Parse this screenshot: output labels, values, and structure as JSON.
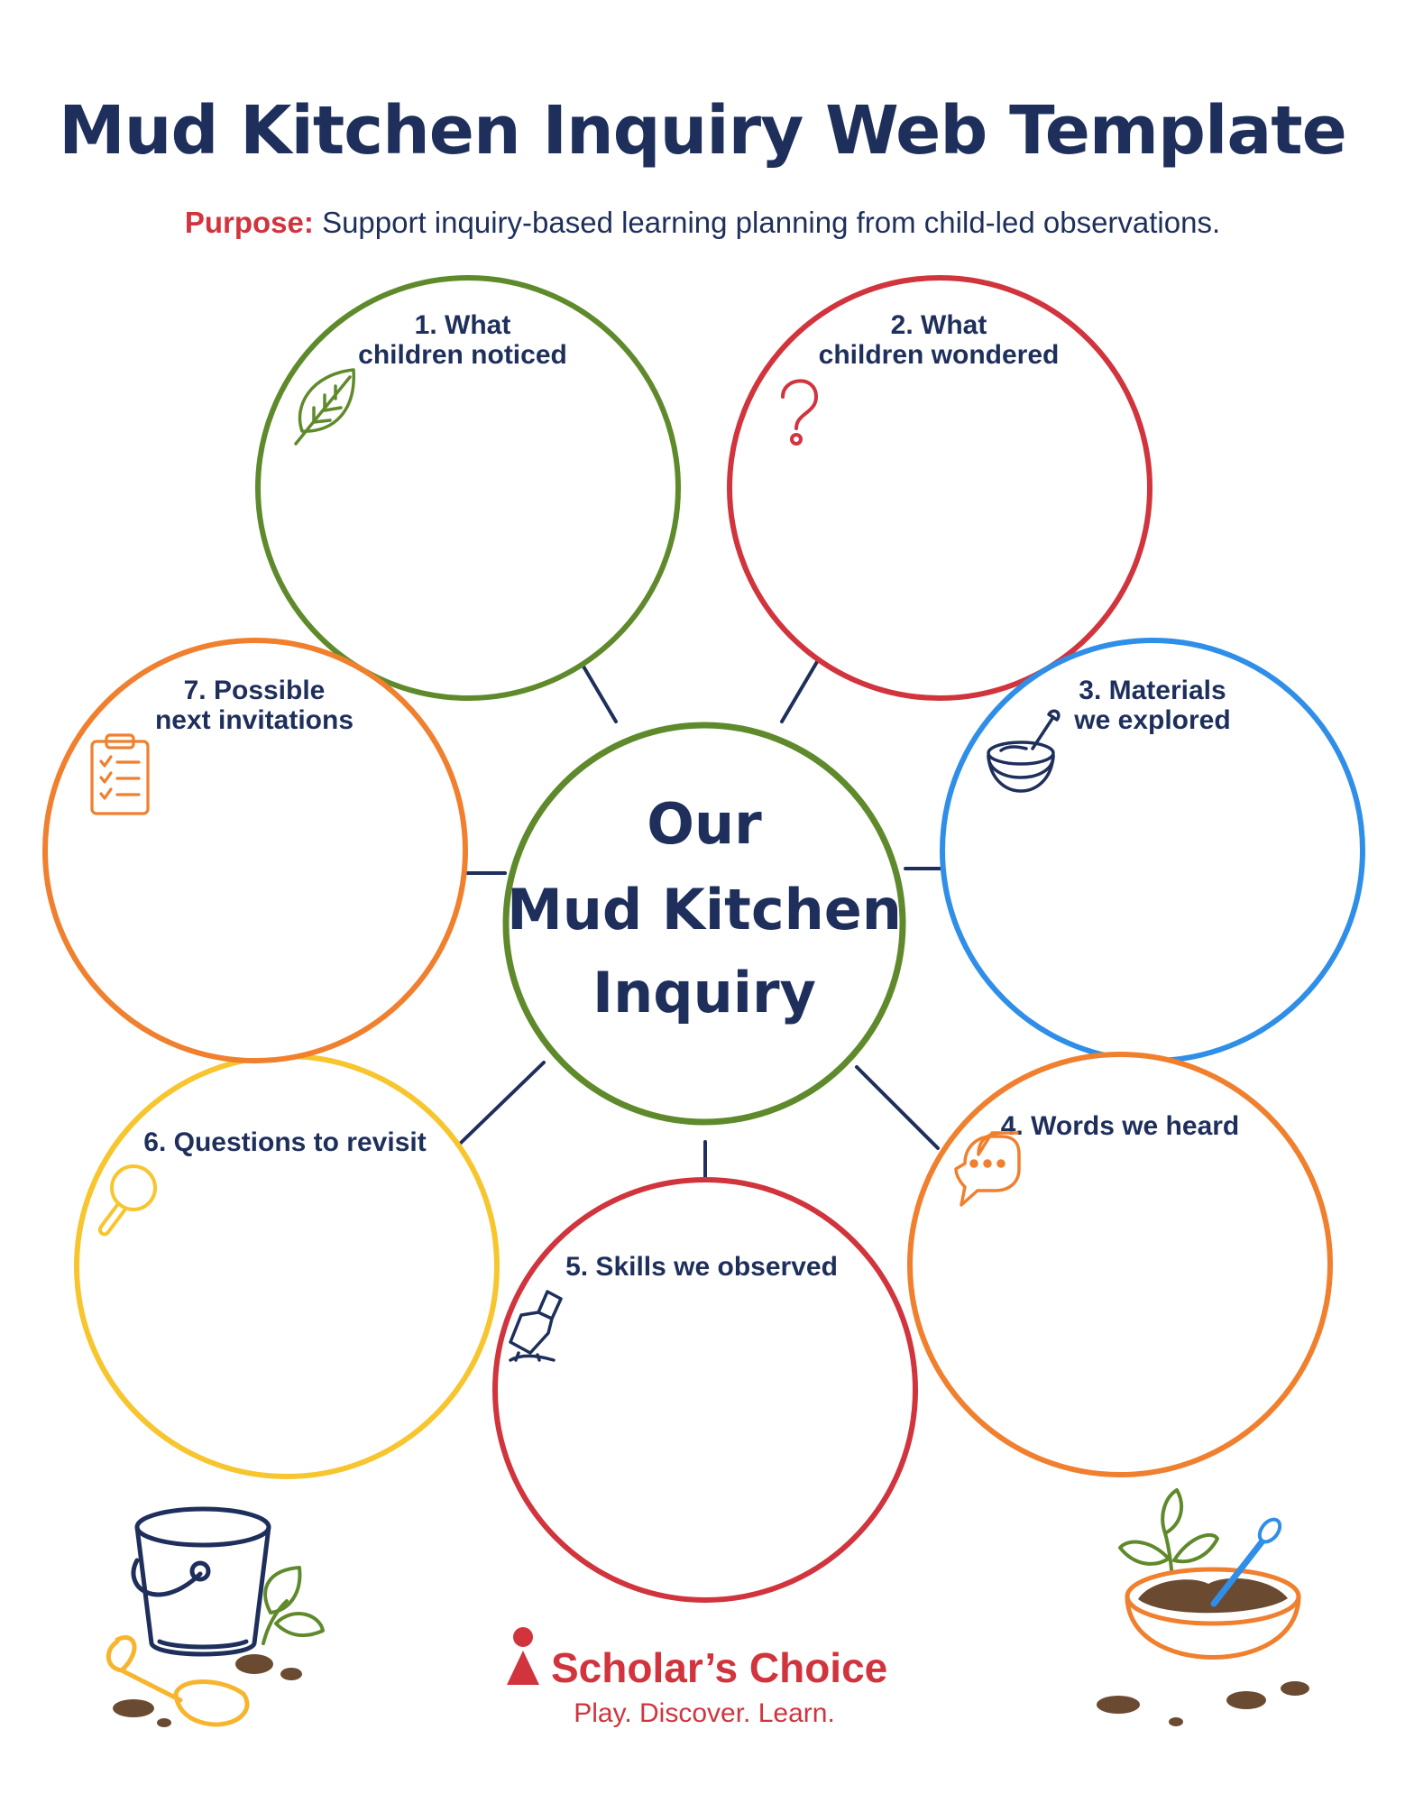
{
  "header": {
    "title": "Mud Kitchen Inquiry Web Template",
    "purpose_label": "Purpose:",
    "purpose_text": "Support inquiry-based learning planning from child-led observations."
  },
  "center": {
    "line1": "Our",
    "line2": "Mud Kitchen",
    "line3": "Inquiry",
    "color": "#5f8a2c"
  },
  "nodes": [
    {
      "line1": "1.  What",
      "line2": "children noticed",
      "color": "#5f8a2c",
      "icon": "leaf-icon"
    },
    {
      "line1": "2. What",
      "line2": "children wondered",
      "color": "#d1343d",
      "icon": "question-mark-icon"
    },
    {
      "line1": "3. Materials",
      "line2": "we explored",
      "color": "#2f8ee8",
      "icon": "bowl-icon"
    },
    {
      "line1": "4. Words we heard",
      "line2": "",
      "color": "#f07f2e",
      "icon": "speech-bubble-icon"
    },
    {
      "line1": "5. Skills we observed",
      "line2": "",
      "color": "#d1343d",
      "icon": "trowel-icon"
    },
    {
      "line1": "6. Questions to revisit",
      "line2": "",
      "color": "#f7c52e",
      "icon": "magnifying-glass-icon"
    },
    {
      "line1": "7. Possible",
      "line2": "next invitations",
      "color": "#f07f2e",
      "icon": "clipboard-icon"
    }
  ],
  "footer": {
    "brand": "Scholar’s Choice",
    "tagline": "Play. Discover. Learn.",
    "brand_color": "#d1343d"
  },
  "colors": {
    "navy": "#1e2f5c",
    "connector": "#1e2f5c",
    "mud": "#6b4a32"
  },
  "decorations": [
    "bucket-icon",
    "spoon-icon",
    "sprout-icon",
    "mud-bowl-icon"
  ]
}
